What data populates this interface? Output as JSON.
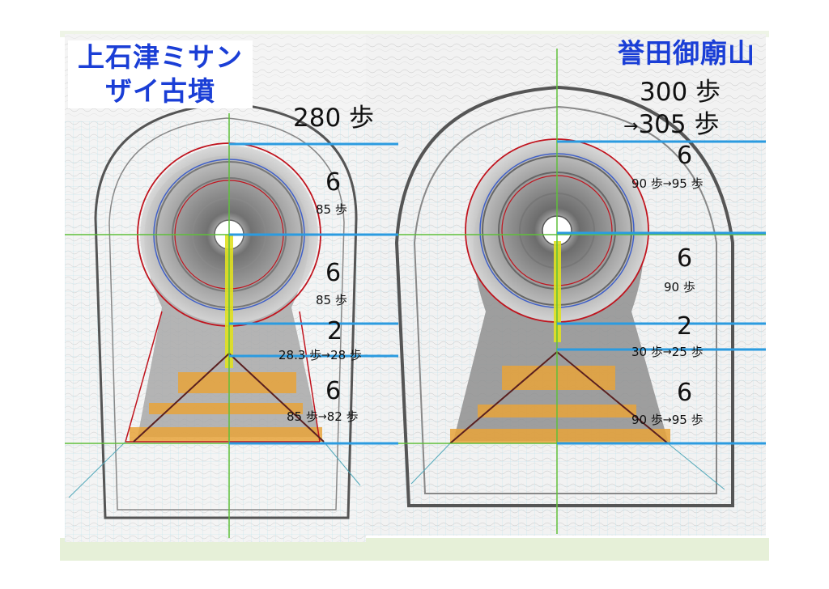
{
  "titles": {
    "left": {
      "line1": "上石津ミサン",
      "line2": "ザイ古墳"
    },
    "right": {
      "line1": "誉田御廟山"
    }
  },
  "left_panel": {
    "total_length": "280 歩",
    "sections": [
      {
        "number": "6",
        "steps": "85 歩"
      },
      {
        "number": "6",
        "steps": "85 歩"
      },
      {
        "number": "2",
        "steps_from": "28.3 歩",
        "arrow": "→",
        "steps_to": "28 歩"
      },
      {
        "number": "6",
        "steps_from": "85 歩",
        "arrow": "→",
        "steps_to": "82 歩"
      }
    ]
  },
  "right_panel": {
    "total_length_line1": "300 歩",
    "total_length_arrow": "→",
    "total_length_line2": "305 歩",
    "sections": [
      {
        "number": "6",
        "steps_from": "90 歩",
        "arrow": "→",
        "steps_to": "95 歩"
      },
      {
        "number": "6",
        "steps": "90 歩"
      },
      {
        "number": "2",
        "steps_from": "30 歩",
        "arrow": "→",
        "steps_to": "25 歩"
      },
      {
        "number": "6",
        "steps_from": "90 歩",
        "arrow": "→",
        "steps_to": "95 歩"
      }
    ]
  },
  "colors": {
    "title_blue": "#1a3ed6",
    "guide_blue": "#2b9be0",
    "guide_green": "#5fbf3a",
    "circle_red": "#c0141e",
    "circle_blue": "#4060c8",
    "platform_orange": "#e8a33a",
    "axis_yellow": "#e0e020",
    "grid_cyan": "#bfe4ee",
    "footer_green": "#e6f0d8"
  }
}
